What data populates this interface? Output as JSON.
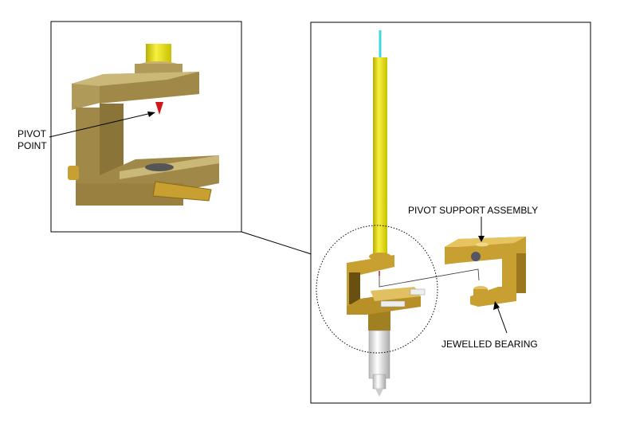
{
  "labels": {
    "pivot_point_line1": "PIVOT",
    "pivot_point_line2": "POINT",
    "pivot_support_assembly": "PIVOT SUPPORT ASSEMBLY",
    "jewelled_bearing": "JEWELLED BEARING"
  },
  "colors": {
    "brass": "#c8a032",
    "brass_dark": "#8a6a14",
    "brass_light": "#e0bf55",
    "rod_yellow": "#f2e81c",
    "rod_tip": "#3cd8e0",
    "pivot_red": "#d01818"
  }
}
